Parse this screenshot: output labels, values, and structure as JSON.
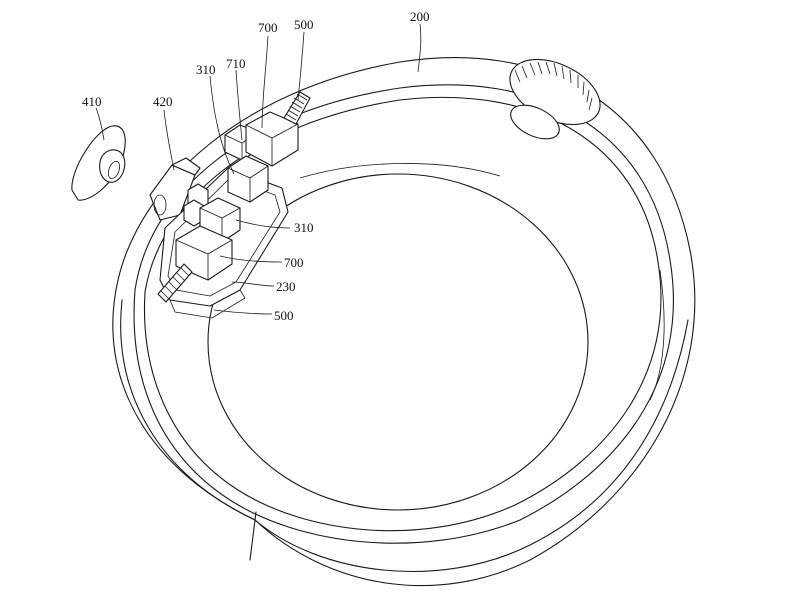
{
  "labels": {
    "ref_200": "200",
    "ref_700_top": "700",
    "ref_500_top": "500",
    "ref_310_top": "310",
    "ref_710": "710",
    "ref_410": "410",
    "ref_420": "420",
    "ref_310_right": "310",
    "ref_700_right": "700",
    "ref_230": "230",
    "ref_500_bottom": "500"
  },
  "colors": {
    "line": "#1a1a1a",
    "background": "#ffffff"
  }
}
